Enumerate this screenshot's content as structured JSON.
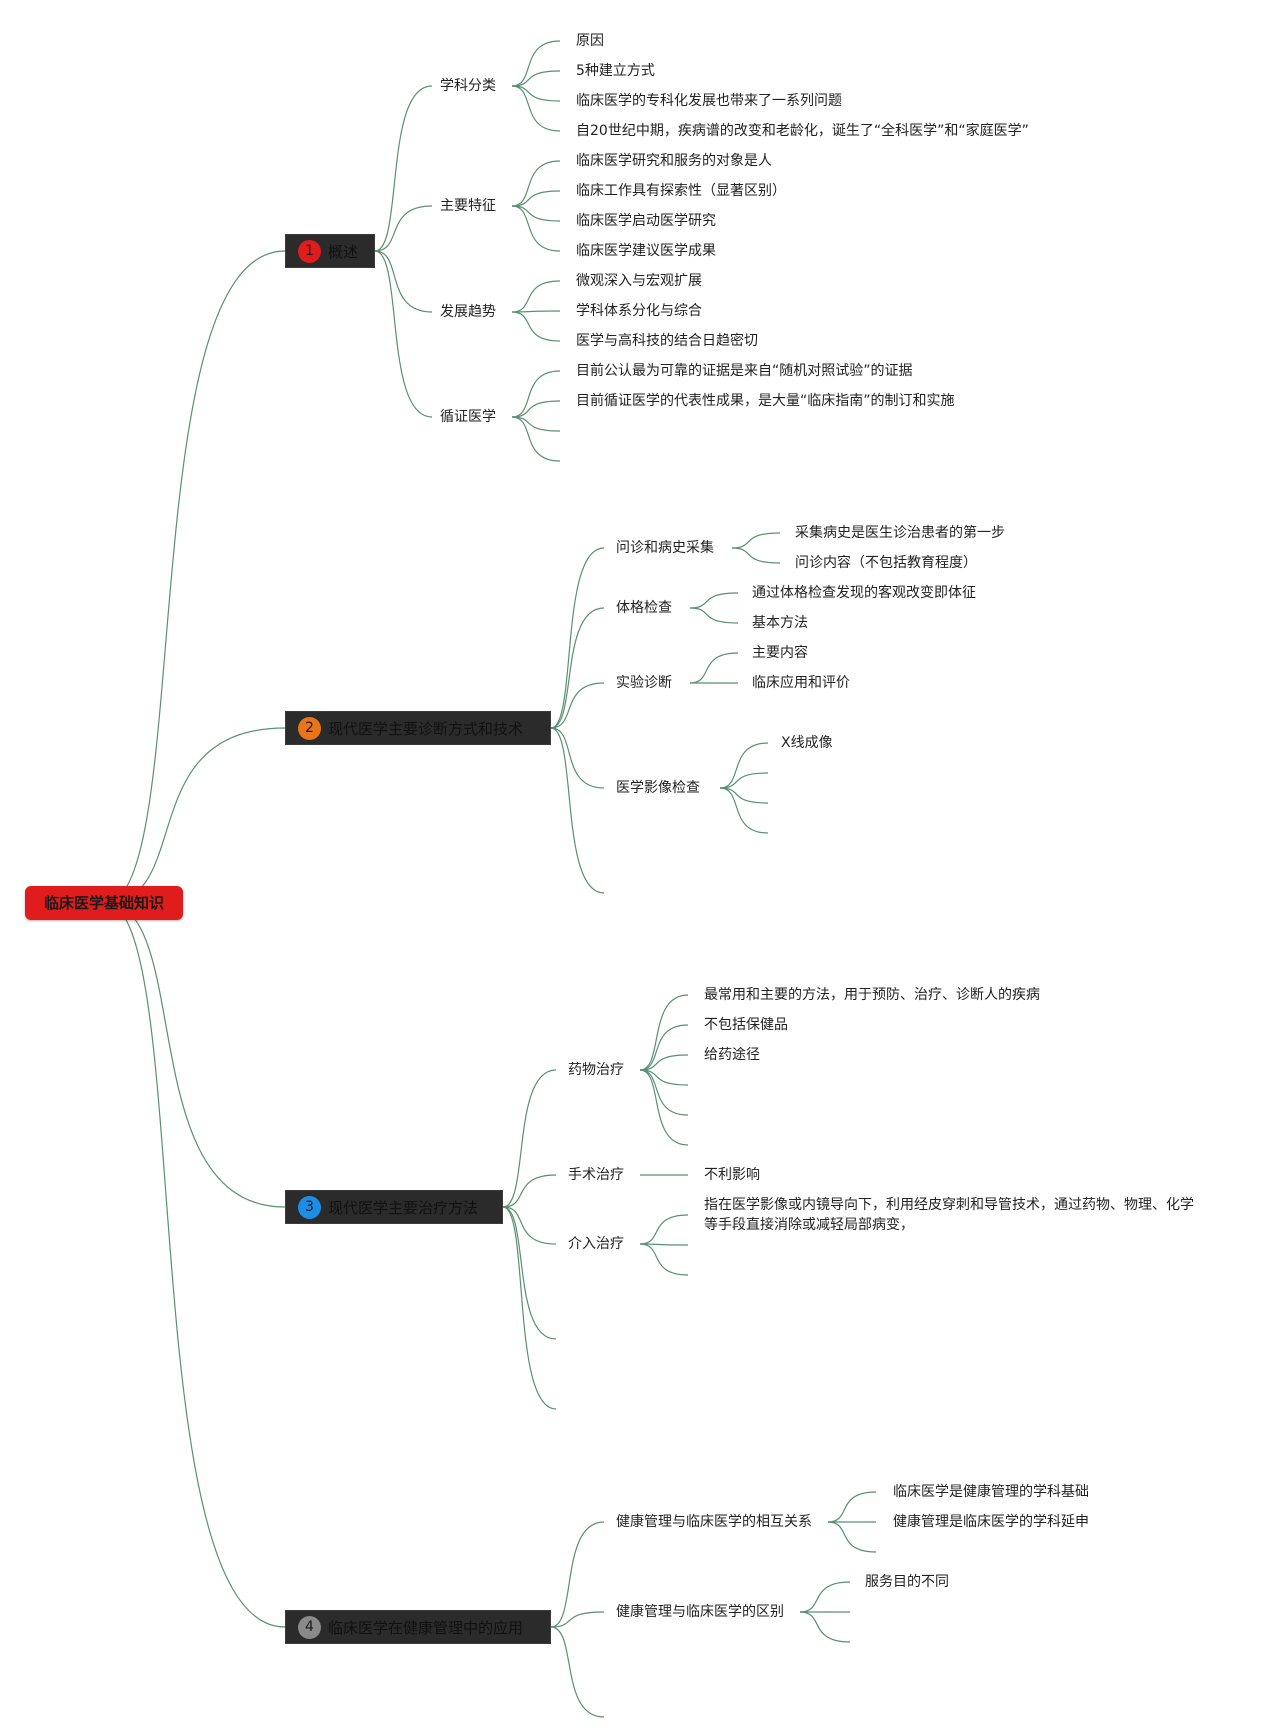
{
  "root": {
    "label": "临床医学基础知识",
    "color": "#e01c1c"
  },
  "colors": {
    "edge": "#5a8f74",
    "topic_bg": "#2b2b2b"
  },
  "branches": [
    {
      "num": "1",
      "label": "概述",
      "badge_color": "#e01c1c",
      "children": [
        {
          "label": "学科分类",
          "leaves": [
            "原因",
            "5种建立方式",
            "临床医学的专科化发展也带来了一系列问题",
            "自20世纪中期，疾病谱的改变和老龄化，诞生了“全科医学”和“家庭医学”"
          ]
        },
        {
          "label": "主要特征",
          "leaves": [
            "临床医学研究和服务的对象是人",
            "临床工作具有探索性（显著区别）",
            "临床医学启动医学研究",
            "临床医学建议医学成果"
          ]
        },
        {
          "label": "发展趋势",
          "leaves": [
            "微观深入与宏观扩展",
            "学科体系分化与综合",
            "医学与高科技的结合日趋密切"
          ]
        },
        {
          "label": "循证医学",
          "leaves": [
            "目前公认最为可靠的证据是来自“随机对照试验”的证据",
            "目前循证医学的代表性成果，是大量“临床指南”的制订和实施"
          ]
        }
      ]
    },
    {
      "num": "2",
      "label": "现代医学主要诊断方式和技术",
      "badge_color": "#e8741c",
      "children": [
        {
          "label": "问诊和病史采集",
          "leaves": [
            "采集病史是医生诊治患者的第一步",
            "问诊内容（不包括教育程度）"
          ]
        },
        {
          "label": "体格检查",
          "leaves": [
            "通过体格检查发现的客观改变即体征",
            "基本方法"
          ]
        },
        {
          "label": "实验诊断",
          "leaves": [
            "主要内容",
            "临床应用和评价"
          ]
        },
        {
          "label": "医学影像检查",
          "leaves": [
            "X线成像"
          ]
        }
      ]
    },
    {
      "num": "3",
      "label": "现代医学主要治疗方法",
      "badge_color": "#1c8ee8",
      "children": [
        {
          "label": "药物治疗",
          "leaves": [
            "最常用和主要的方法，用于预防、治疗、诊断人的疾病",
            "不包括保健品",
            "给药途径"
          ]
        },
        {
          "label": "手术治疗",
          "leaves": [
            "不利影响"
          ]
        },
        {
          "label": "介入治疗",
          "leaves": [
            "指在医学影像或内镜导向下，利用经皮穿刺和导管技术，通过药物、物理、化学等手段直接消除或减轻局部病变，"
          ]
        }
      ]
    },
    {
      "num": "4",
      "label": "临床医学在健康管理中的应用",
      "badge_color": "#8a8a8a",
      "children": [
        {
          "label": "健康管理与临床医学的相互关系",
          "leaves": [
            "临床医学是健康管理的学科基础",
            "健康管理是临床医学的学科延申"
          ]
        },
        {
          "label": "健康管理与临床医学的区别",
          "leaves": [
            "服务目的不同"
          ]
        }
      ]
    }
  ]
}
